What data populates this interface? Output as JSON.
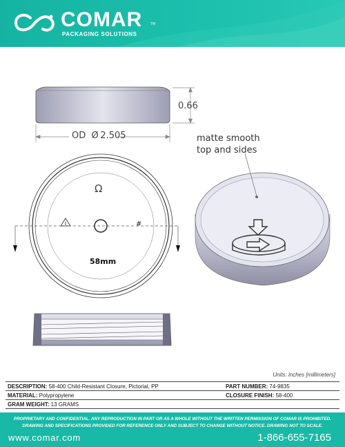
{
  "brand": {
    "name": "COMAR",
    "trademark": "TM",
    "tagline": "PACKAGING SOLUTIONS",
    "colors": {
      "teal": "#19b6a5",
      "teal_light": "#4fd0c0"
    },
    "logo_icon": "infinity-swirl-icon"
  },
  "drawing": {
    "height_dim": "0.66",
    "outer_diameter_label": "OD",
    "outer_diameter_symbol": "Ø",
    "outer_diameter": "2.505",
    "note_line1": "matte smooth",
    "note_line2": "top and sides",
    "lid_size": "58mm",
    "top_symbol": "Ω",
    "hash_symbol": "#",
    "units": "Units: inches [millimeters]"
  },
  "specs": {
    "description_label": "DESCRIPTION:",
    "description": "58-400 Child-Resistant Closure, Pictorial, PP",
    "part_number_label": "PART NUMBER:",
    "part_number": "74-9835",
    "material_label": "MATERIAL:",
    "material": "Polypropylene",
    "closure_finish_label": "CLOSURE FINISH:",
    "closure_finish": "58-400",
    "gram_weight_label": "GRAM WEIGHT:",
    "gram_weight": "13 GRAMS"
  },
  "footer": {
    "legal_line1": "PROPRIETARY AND CONFIDENTIAL. ANY REPRODUCTION IN PART OR AS A WHOLE WITHOUT THE WRITTEN PERMISSION OF COMAR IS PROHIBITED.",
    "legal_line2": "DRAWING AND SPECIFICATIONS PROVIDED FOR REFERENCE ONLY AND SUBJECT TO CHANGE WITHOUT NOTICE. DRAWING NOT TO SCALE.",
    "website": "www.comar.com",
    "phone": "1-866-655-7165"
  }
}
